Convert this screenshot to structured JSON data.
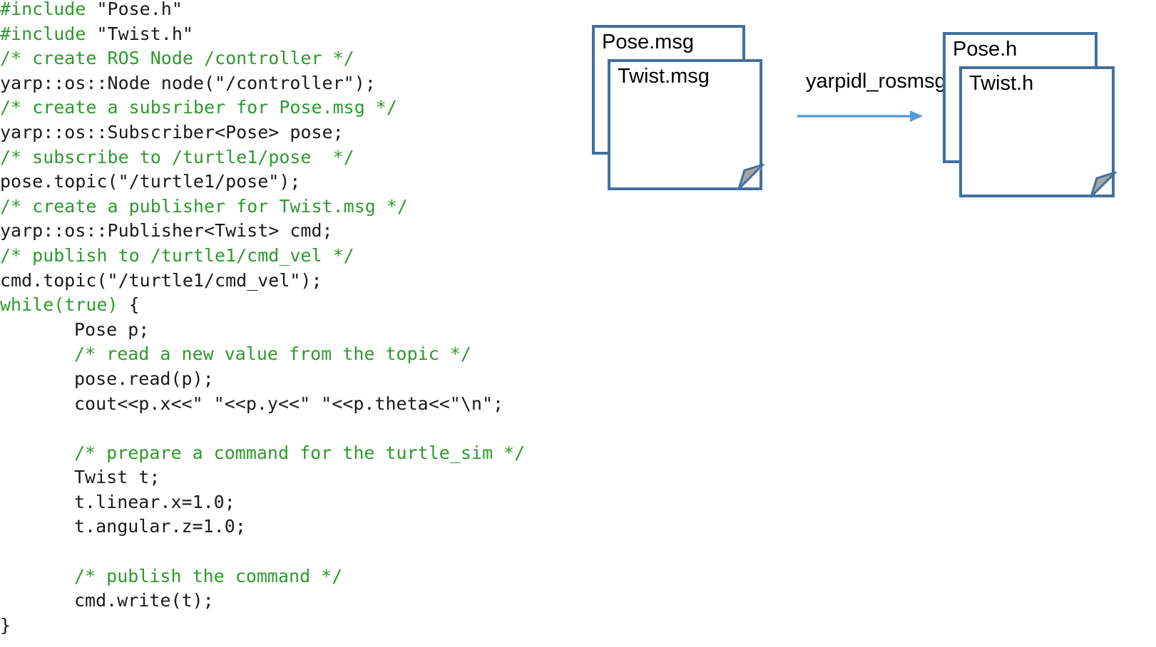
{
  "code_lines": [
    {
      "indent": false,
      "parts": [
        {
          "t": "directive",
          "v": "#include"
        },
        {
          "t": "plain",
          "v": " \"Pose.h\""
        }
      ]
    },
    {
      "indent": false,
      "parts": [
        {
          "t": "directive",
          "v": "#include"
        },
        {
          "t": "plain",
          "v": " \"Twist.h\""
        }
      ]
    },
    {
      "indent": false,
      "parts": [
        {
          "t": "comment",
          "v": "/* create ROS Node /controller */"
        }
      ]
    },
    {
      "indent": false,
      "parts": [
        {
          "t": "plain",
          "v": "yarp::os::Node node(\"/controller\");"
        }
      ]
    },
    {
      "indent": false,
      "parts": [
        {
          "t": "comment",
          "v": "/* create a subsriber for Pose.msg */"
        }
      ]
    },
    {
      "indent": false,
      "parts": [
        {
          "t": "plain",
          "v": "yarp::os::Subscriber<Pose> pose;"
        }
      ]
    },
    {
      "indent": false,
      "parts": [
        {
          "t": "comment",
          "v": "/* subscribe to /turtle1/pose  */"
        }
      ]
    },
    {
      "indent": false,
      "parts": [
        {
          "t": "plain",
          "v": "pose.topic(\"/turtle1/pose\");"
        }
      ]
    },
    {
      "indent": false,
      "parts": [
        {
          "t": "comment",
          "v": "/* create a publisher for Twist.msg */"
        }
      ]
    },
    {
      "indent": false,
      "parts": [
        {
          "t": "plain",
          "v": "yarp::os::Publisher<Twist> cmd;"
        }
      ]
    },
    {
      "indent": false,
      "parts": [
        {
          "t": "comment",
          "v": "/* publish to /turtle1/cmd_vel */"
        }
      ]
    },
    {
      "indent": false,
      "parts": [
        {
          "t": "plain",
          "v": "cmd.topic(\"/turtle1/cmd_vel\");"
        }
      ]
    },
    {
      "indent": false,
      "parts": [
        {
          "t": "keyword",
          "v": "while(true)"
        },
        {
          "t": "plain",
          "v": " {"
        }
      ]
    },
    {
      "indent": true,
      "parts": [
        {
          "t": "plain",
          "v": "Pose p;"
        }
      ]
    },
    {
      "indent": true,
      "parts": [
        {
          "t": "comment",
          "v": "/* read a new value from the topic */"
        }
      ]
    },
    {
      "indent": true,
      "parts": [
        {
          "t": "plain",
          "v": "pose.read(p);"
        }
      ]
    },
    {
      "indent": true,
      "parts": [
        {
          "t": "plain",
          "v": "cout<<p.x<<\" \"<<p.y<<\" \"<<p.theta<<\"\\n\";"
        }
      ]
    },
    {
      "indent": false,
      "parts": []
    },
    {
      "indent": true,
      "parts": [
        {
          "t": "comment",
          "v": "/* prepare a command for the turtle_sim */"
        }
      ]
    },
    {
      "indent": true,
      "parts": [
        {
          "t": "plain",
          "v": "Twist t;"
        }
      ]
    },
    {
      "indent": true,
      "parts": [
        {
          "t": "plain",
          "v": "t.linear.x=1.0;"
        }
      ]
    },
    {
      "indent": true,
      "parts": [
        {
          "t": "plain",
          "v": "t.angular.z=1.0;"
        }
      ]
    },
    {
      "indent": false,
      "parts": []
    },
    {
      "indent": true,
      "parts": [
        {
          "t": "comment",
          "v": "/* publish the command */"
        }
      ]
    },
    {
      "indent": true,
      "parts": [
        {
          "t": "plain",
          "v": "cmd.write(t);"
        }
      ]
    },
    {
      "indent": false,
      "parts": [
        {
          "t": "plain",
          "v": "}"
        }
      ]
    }
  ],
  "diagram": {
    "source_back_label": "Pose.msg",
    "source_front_label": "Twist.msg",
    "arrow_label": "yarpidl_rosmsg",
    "target_back_label": "Pose.h",
    "target_front_label": "Twist.h"
  },
  "colors": {
    "comment": "#2e9a2e",
    "code_text": "#1a1a1a",
    "document_border": "#41709f",
    "arrow": "#5b9bd5",
    "fold": "#a6a6a6"
  }
}
